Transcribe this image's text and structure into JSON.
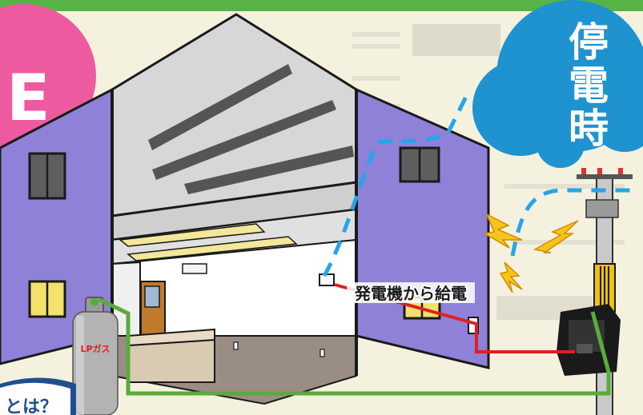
{
  "labels": {
    "outage_char_1": "停",
    "outage_char_2": "電",
    "outage_char_3": "時",
    "generator_callout": "発電機から給電",
    "lp_gas_label": "LPガス",
    "left_blob_char": "E",
    "bottom_left_partial": "とは？"
  },
  "colors": {
    "sky_blue_cloud": "#1f93d0",
    "pink_cloud": "#ee5aa0",
    "building_purple": "#8f80d8",
    "gas_line_green": "#5aab3c",
    "power_line_red": "#e02020",
    "wireless_blue_dash": "#25a5e8",
    "lightning_yellow": "#f5c51a",
    "banner_green": "#58b346",
    "banner_tab_navy": "#1f4f8f"
  },
  "icons": [
    "lightning-icon",
    "lp-gas-cylinder-icon",
    "generator-icon",
    "utility-pole-icon",
    "power-outlet-icon",
    "window-icon",
    "door-icon",
    "air-conditioner-icon"
  ]
}
